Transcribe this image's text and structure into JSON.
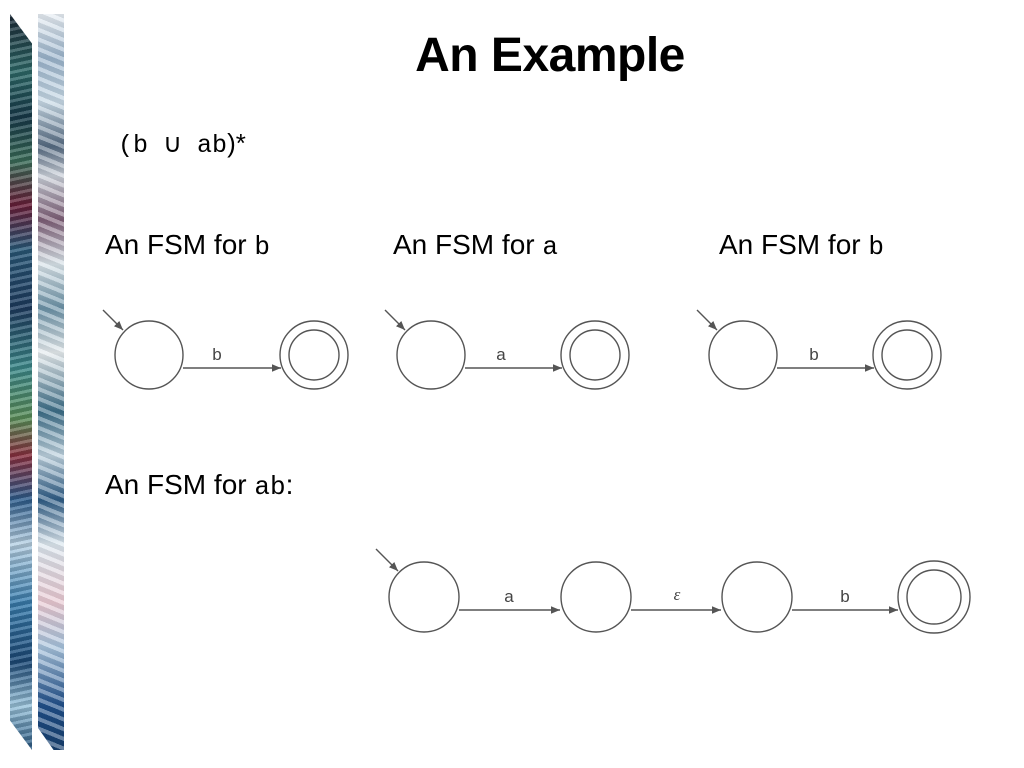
{
  "slide": {
    "title": "An Example",
    "regex": {
      "open": "(b ",
      "union": "∪",
      "rest": " ab",
      "close": ")*"
    },
    "labels": [
      {
        "prefix": "An FSM for ",
        "code": "b",
        "suffix": ""
      },
      {
        "prefix": "An FSM for ",
        "code": "a",
        "suffix": ""
      },
      {
        "prefix": "An FSM for ",
        "code": "b",
        "suffix": ""
      },
      {
        "prefix": "An FSM for ",
        "code": "ab",
        "suffix": ":"
      }
    ],
    "machines": {
      "fsm_b1": {
        "transitions": [
          "b"
        ]
      },
      "fsm_a": {
        "transitions": [
          "a"
        ]
      },
      "fsm_b2": {
        "transitions": [
          "b"
        ]
      },
      "fsm_ab": {
        "transitions": [
          "a",
          "ε",
          "b"
        ]
      }
    }
  }
}
